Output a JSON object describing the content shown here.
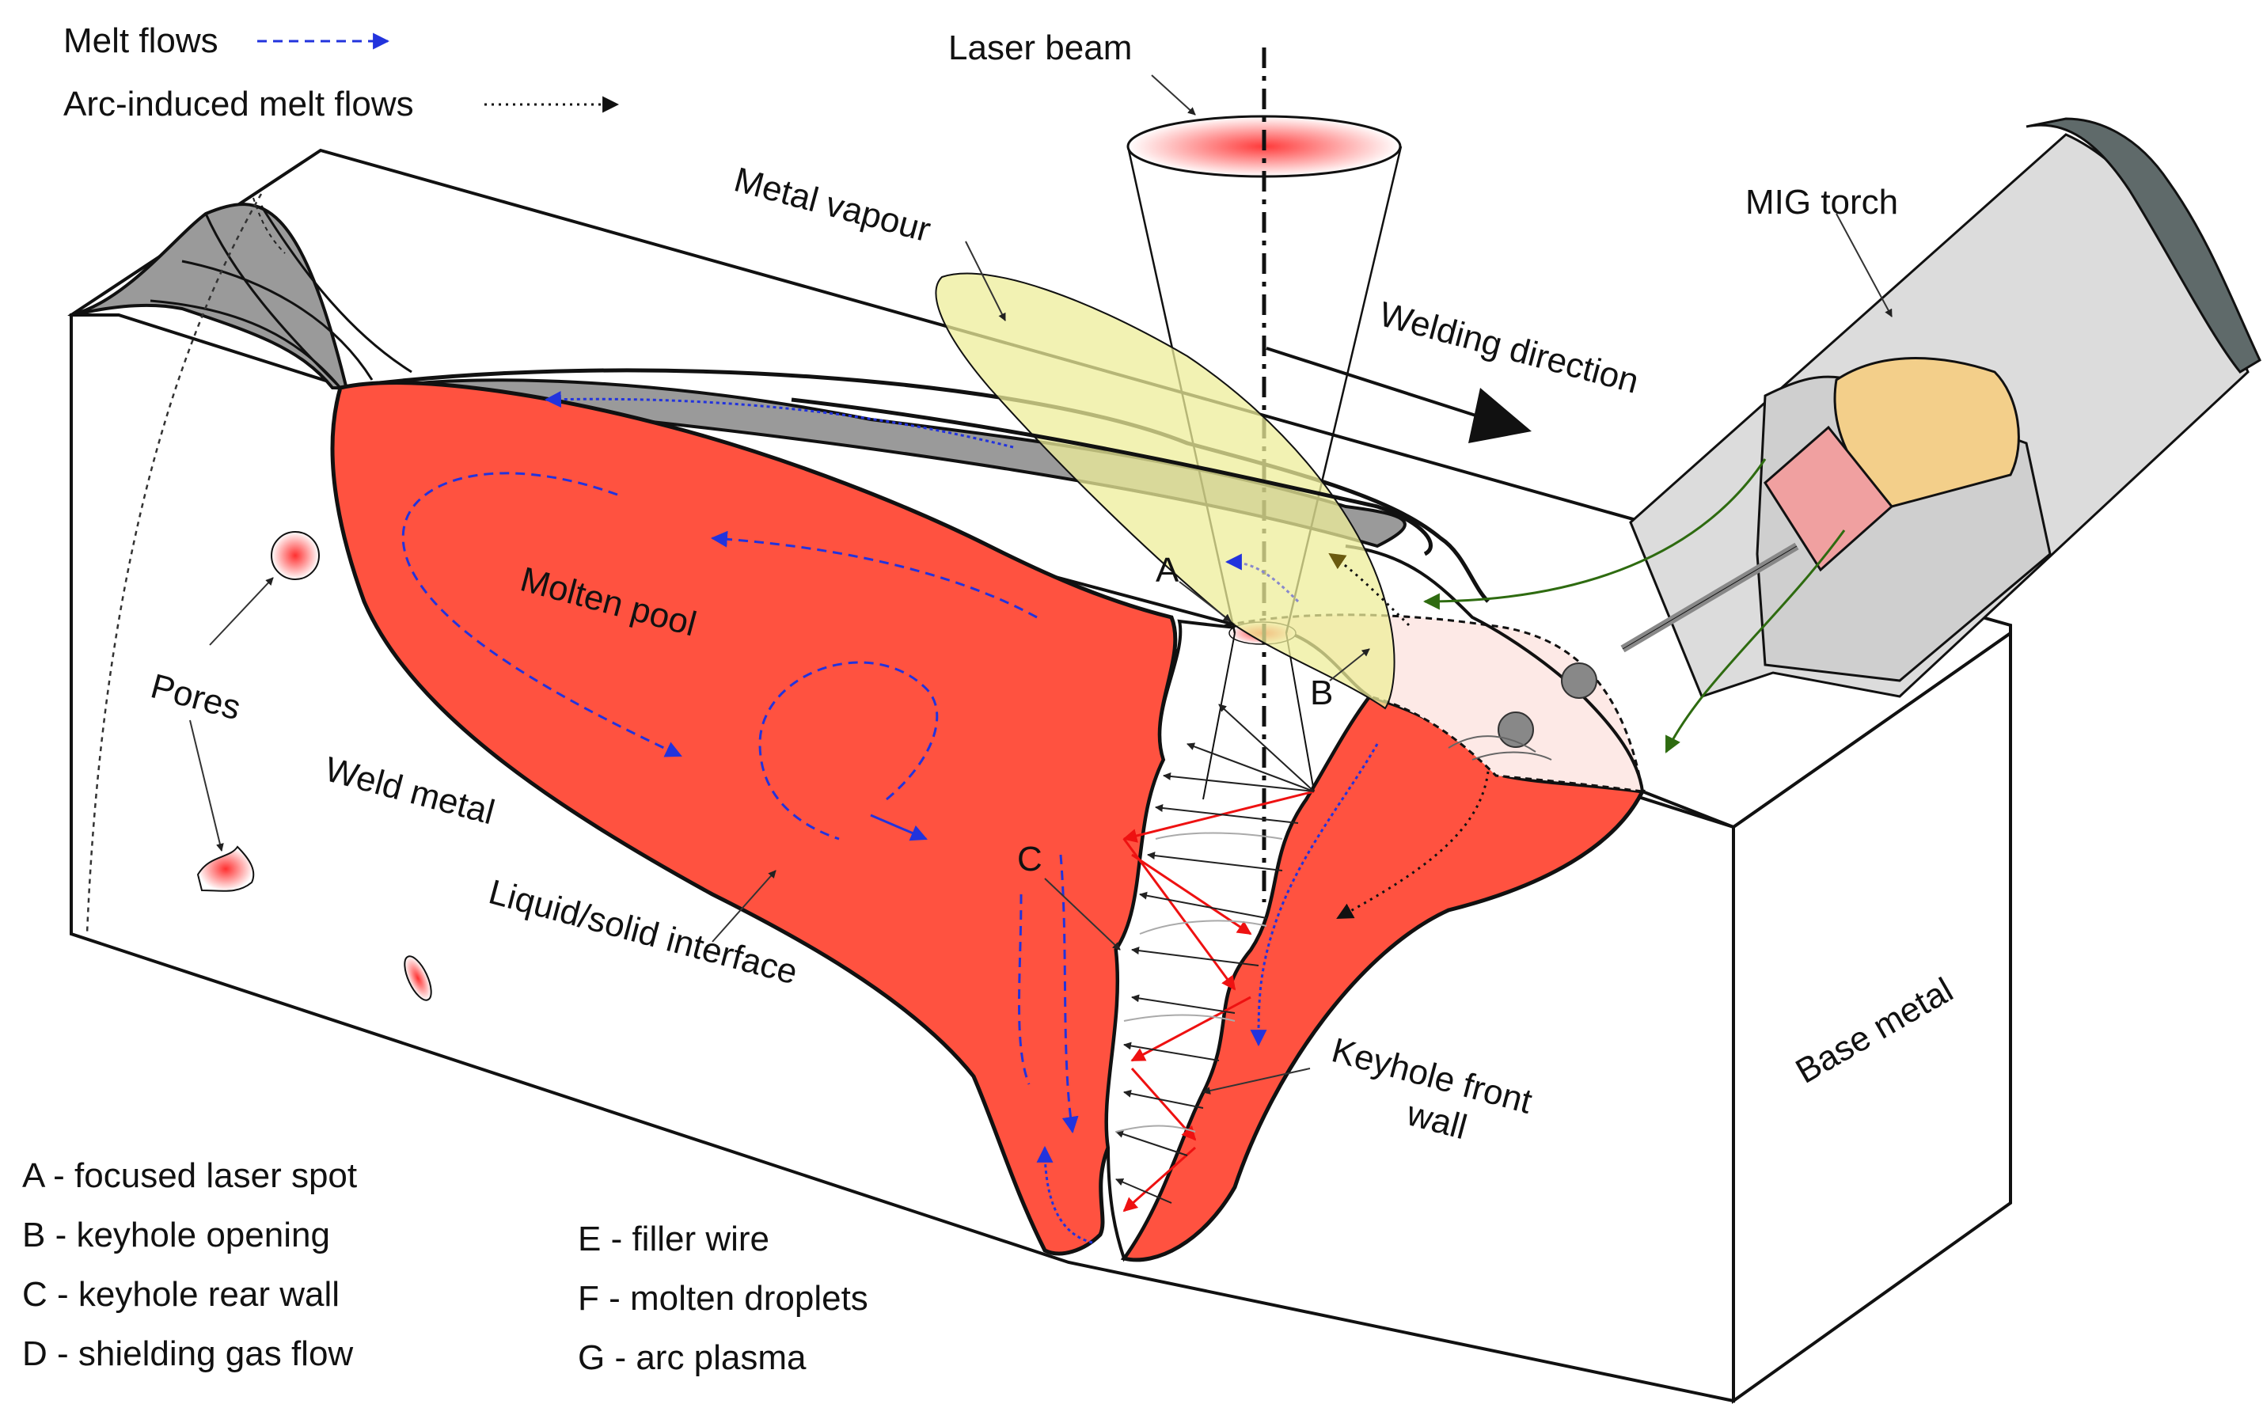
{
  "legend": {
    "melt_flows": "Melt flows",
    "arc_induced_melt_flows": "Arc-induced melt flows"
  },
  "labels": {
    "laser_beam": "Laser beam",
    "metal_vapour": "Metal vapour",
    "welding_direction": "Welding direction",
    "mig_torch": "MIG torch",
    "molten_pool": "Molten pool",
    "pores": "Pores",
    "weld_metal": "Weld metal",
    "liquid_solid_interface": "Liquid/solid interface",
    "keyhole_front_wall_line1": "Keyhole front",
    "keyhole_front_wall_line2": "wall",
    "base_metal": "Base metal",
    "a": "A",
    "b": "B",
    "c": "C"
  },
  "key": {
    "left": [
      "A - focused laser spot",
      "B - keyhole opening",
      "C - keyhole rear wall",
      "D - shielding gas flow"
    ],
    "right": [
      "E - filler wire",
      "F - molten droplets",
      "G - arc plasma"
    ]
  },
  "colors": {
    "molten": "#ff5240",
    "vapour": "#eeee99",
    "melt_flow": "#2233dd",
    "arc_flow": "#111111",
    "shielding_gas": "#2e6b10",
    "reflection": "#ee1111",
    "torch_body": "#dcdcdc",
    "torch_cap": "#5f6a6a",
    "contact_tip": "#f3cf8a",
    "nozzle": "#f0a0a0",
    "arc_zone": "#fde9e6",
    "solid_ripples": "#999999"
  }
}
